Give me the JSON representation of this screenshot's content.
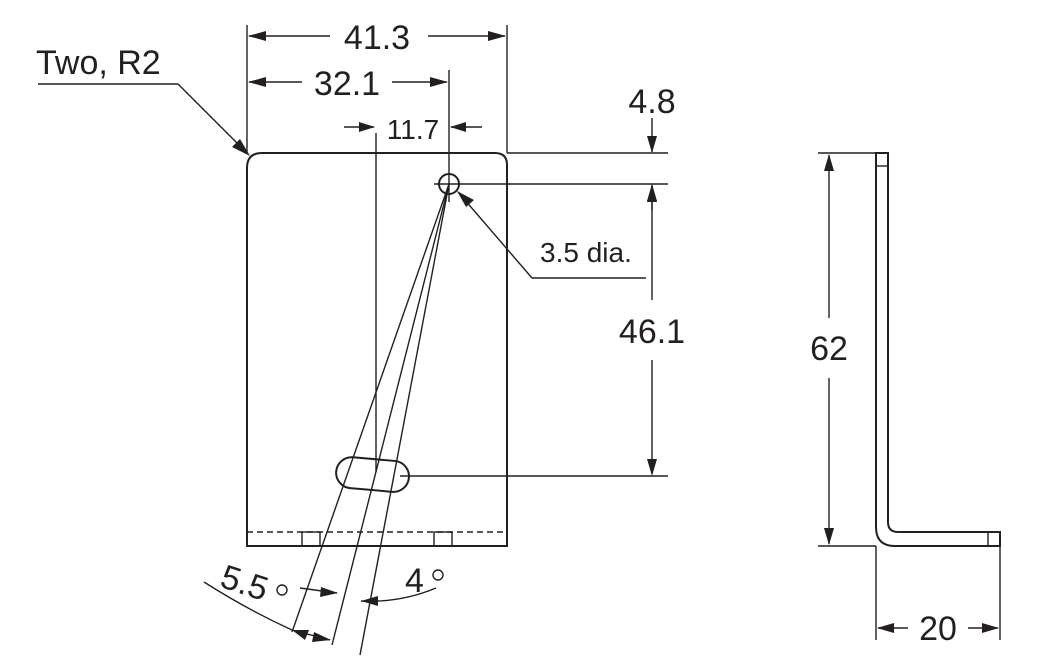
{
  "labels": {
    "dim_width_total": "41.3",
    "dim_hole_offset": "32.1",
    "dim_slot_offset": "11.7",
    "dim_top_to_hole": "4.8",
    "corner_radius_note": "Two, R2",
    "hole_diameter": "3.5 dia.",
    "dim_hole_to_slot": "46.1",
    "angle_outer": "5.5",
    "angle_inner": "4",
    "dim_height_side": "62",
    "dim_foot_side": "20"
  },
  "colors": {
    "line": "#231f20",
    "background": "#ffffff"
  }
}
